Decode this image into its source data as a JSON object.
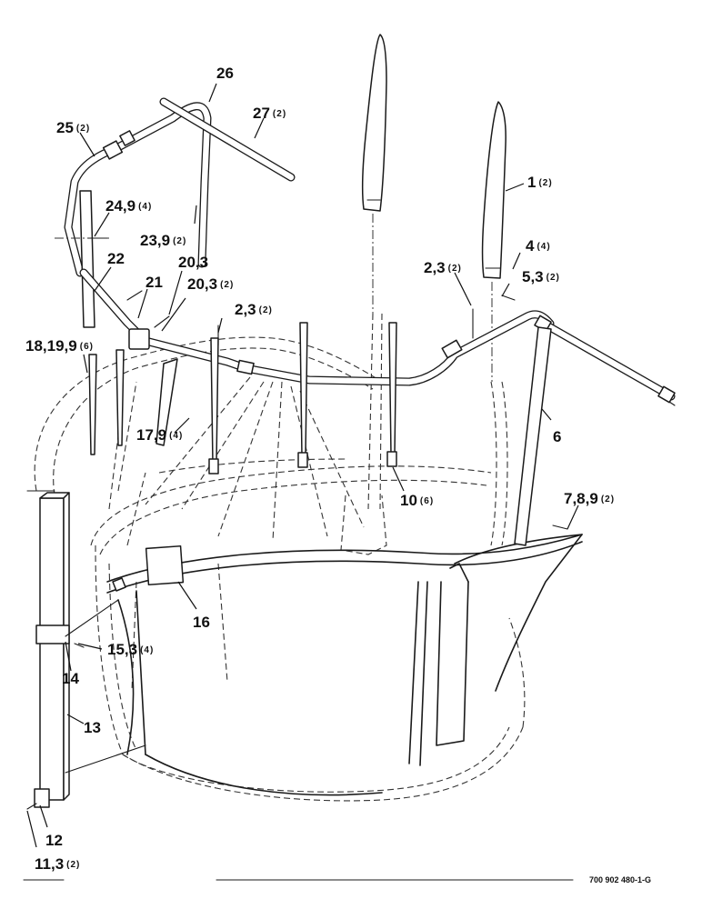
{
  "callouts": {
    "c26": {
      "num": "26",
      "qty": ""
    },
    "c27": {
      "num": "27",
      "qty": "(2)"
    },
    "c25": {
      "num": "25",
      "qty": "(2)"
    },
    "c1": {
      "num": "1",
      "qty": "(2)"
    },
    "c24": {
      "num": "24,9",
      "qty": "(4)"
    },
    "c23": {
      "num": "23,9",
      "qty": "(2)"
    },
    "c4": {
      "num": "4",
      "qty": "(4)"
    },
    "c2a": {
      "num": "2,3",
      "qty": "(2)"
    },
    "c5": {
      "num": "5,3",
      "qty": "(2)"
    },
    "c22": {
      "num": "22",
      "qty": ""
    },
    "c21": {
      "num": "21",
      "qty": ""
    },
    "c20a": {
      "num": "20,3",
      "qty": ""
    },
    "c20b": {
      "num": "20,3",
      "qty": "(2)"
    },
    "c2b": {
      "num": "2,3",
      "qty": "(2)"
    },
    "c18": {
      "num": "18,19,9",
      "qty": "(6)"
    },
    "c6": {
      "num": "6",
      "qty": ""
    },
    "c17": {
      "num": "17,9",
      "qty": "(4)"
    },
    "c10": {
      "num": "10",
      "qty": "(6)"
    },
    "c7": {
      "num": "7,8,9",
      "qty": "(2)"
    },
    "c16": {
      "num": "16",
      "qty": ""
    },
    "c15": {
      "num": "15,3",
      "qty": "(4)"
    },
    "c14": {
      "num": "14",
      "qty": ""
    },
    "c13": {
      "num": "13",
      "qty": ""
    },
    "c12": {
      "num": "12",
      "qty": ""
    },
    "c11": {
      "num": "11,3",
      "qty": "(2)"
    }
  },
  "drawing_number": "700 902 480-1-G"
}
